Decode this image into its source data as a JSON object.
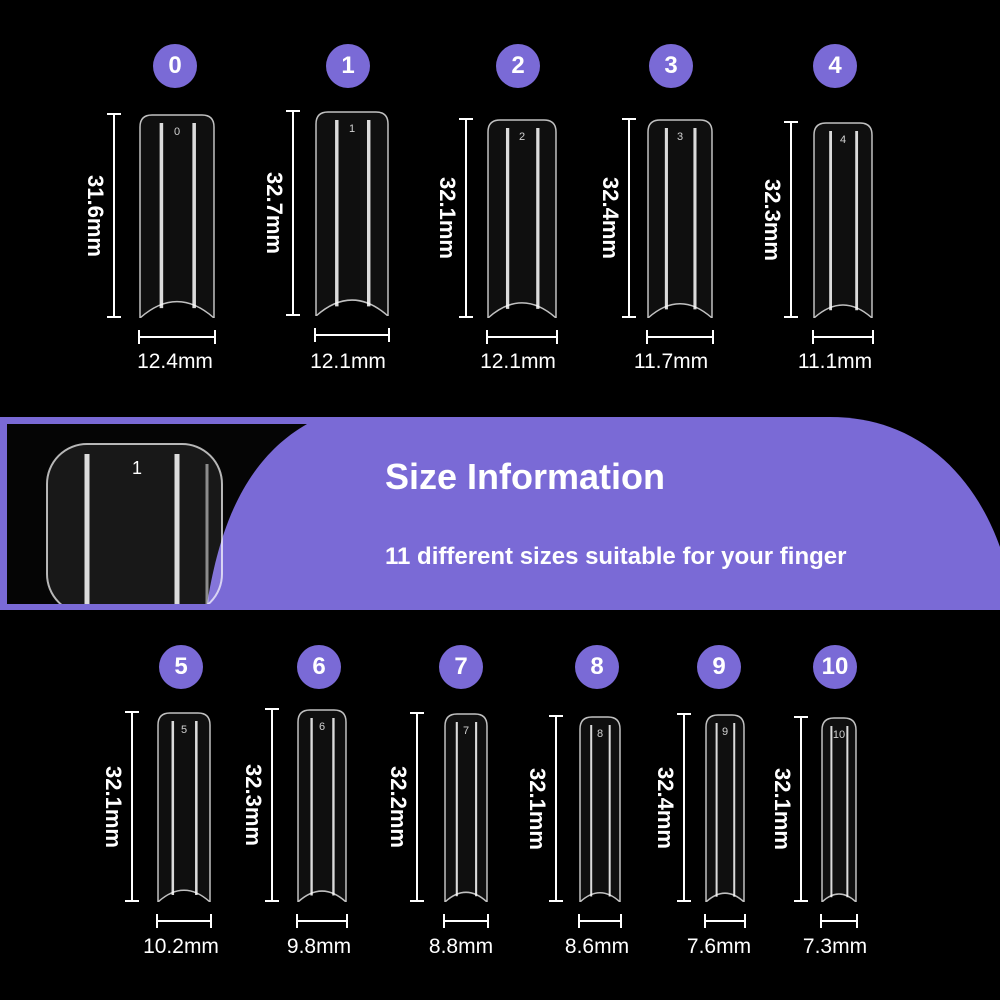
{
  "banner": {
    "title": "Size Information",
    "subtitle": "11 different sizes suitable for your finger",
    "accent_color": "#7a6ad6",
    "closeup_size_mark": "1"
  },
  "sizes": [
    {
      "size": "0",
      "length": "31.6mm",
      "width": "12.4mm"
    },
    {
      "size": "1",
      "length": "32.7mm",
      "width": "12.1mm"
    },
    {
      "size": "2",
      "length": "32.1mm",
      "width": "12.1mm"
    },
    {
      "size": "3",
      "length": "32.4mm",
      "width": "11.7mm"
    },
    {
      "size": "4",
      "length": "32.3mm",
      "width": "11.1mm"
    },
    {
      "size": "5",
      "length": "32.1mm",
      "width": "10.2mm"
    },
    {
      "size": "6",
      "length": "32.3mm",
      "width": "9.8mm"
    },
    {
      "size": "7",
      "length": "32.2mm",
      "width": "8.8mm"
    },
    {
      "size": "8",
      "length": "32.1mm",
      "width": "8.6mm"
    },
    {
      "size": "9",
      "length": "32.4mm",
      "width": "7.6mm"
    },
    {
      "size": "10",
      "length": "32.1mm",
      "width": "7.3mm"
    }
  ]
}
